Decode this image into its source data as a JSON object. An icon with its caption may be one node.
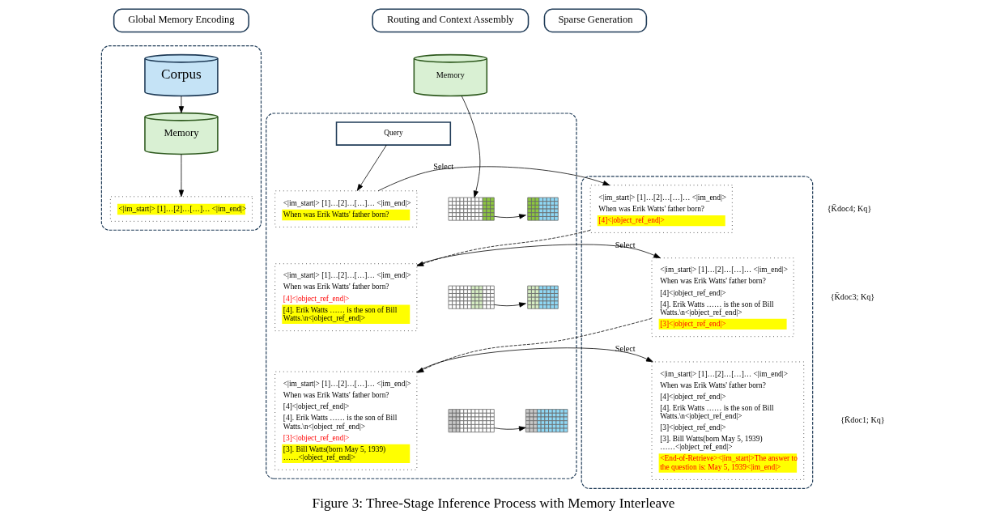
{
  "diagram": {
    "caption": "Figure 3: Three-Stage Inference Process with Memory Interleave",
    "nodes": [
      {
        "text": [
          "Global Memory Encoding"
        ]
      },
      {
        "text": [
          "Routing and Context Assembly"
        ]
      },
      {
        "text": [
          "Sparse Generation"
        ]
      },
      {
        "text": [],
        "shape": "box"
      },
      {
        "text": [
          "Corpus"
        ],
        "in": 3
      },
      {
        "text": [
          "Memory"
        ],
        "in": 3
      },
      {
        "text": [
          "<|im_start|> [1]…[2]…[…]… <|im_end|>"
        ],
        "in": 3
      },
      {
        "text": [],
        "shape": "box"
      },
      {
        "text": [
          "Query"
        ],
        "in": 7
      },
      {
        "text": [
          "Memory"
        ]
      },
      {
        "text": [
          "<|im_start|> [1]…[2]…[…]… <|im_end|>",
          "When was Erik Watts' father born?"
        ],
        "in": 7
      },
      {
        "text": [
          "<|im_start|> [1]…[2]…[…]… <|im_end|>",
          "When was Erik Watts' father born?",
          "[4]<|object_ref_end|>",
          "[4]. Erik Watts …… is the son of Bill Watts.\\n<|object_ref_end|>"
        ],
        "in": 7
      },
      {
        "text": [
          "<|im_start|> [1]…[2]…[…]… <|im_end|>",
          "When was Erik Watts' father born?",
          "[4]<|object_ref_end|>",
          "[4]. Erik Watts …… is the son of Bill Watts.\\n<|object_ref_end|>",
          "[3]<|object_ref_end|>",
          "[3]. Bill Watts(born May 5, 1939) ……<|object_ref_end|>"
        ],
        "in": 7
      },
      {
        "text": [],
        "shape": "box"
      },
      {
        "text": [
          "<|im_start|> [1]…[2]…[…]… <|im_end|>",
          "When was Erik Watts' father born?",
          "[4]<|object_ref_end|>"
        ],
        "in": 13
      },
      {
        "text": [
          "<|im_start|> [1]…[2]…[…]… <|im_end|>",
          "When was Erik Watts' father born?",
          "[4]<|object_ref_end|>",
          "[4]. Erik Watts …… is the son of Bill Watts.\\n<|object_ref_end|>",
          "[3]<|object_ref_end|>"
        ],
        "in": 13
      },
      {
        "text": [
          "<|im_start|> [1]…[2]…[…]… <|im_end|>",
          "When was Erik Watts' father born?",
          "[4]<|object_ref_end|>",
          "[4]. Erik Watts …… is the son of Bill Watts.\\n<|object_ref_end|>",
          "[3]<|object_ref_end|>",
          "[3]. Bill Watts(born May 5, 1939) ……<|object_ref_end|>",
          "<End-of-Retrieve><|im_start|>The answer to the question is: May 5, 1939<|im_end|>"
        ],
        "in": 13
      },
      {
        "text": [],
        "shape": "grid",
        "in": 7
      },
      {
        "text": [],
        "shape": "grid",
        "in": 7
      },
      {
        "text": [],
        "shape": "grid",
        "in": 7
      },
      {
        "text": [],
        "shape": "grid",
        "in": 7
      },
      {
        "text": [],
        "shape": "grid",
        "in": 7
      },
      {
        "text": [],
        "shape": "grid",
        "in": 7
      }
    ],
    "edges": [
      {
        "from": 4,
        "to": 5,
        "arrow": "to"
      },
      {
        "from": 5,
        "to": 6,
        "arrow": "to"
      },
      {
        "from": 8,
        "to": 10,
        "arrow": "to"
      },
      {
        "from": 9,
        "to": 17,
        "arrow": "to"
      },
      {
        "from": 17,
        "to": 18,
        "arrow": "to"
      },
      {
        "from": 10,
        "to": 14,
        "label": "Select",
        "arrow": "to"
      },
      {
        "from": 14,
        "to": 11,
        "arrow": "to",
        "style": "dashed"
      },
      {
        "from": 19,
        "to": 20,
        "arrow": "to"
      },
      {
        "from": 11,
        "to": 15,
        "label": "Select",
        "arrow": "to"
      },
      {
        "from": 15,
        "to": 12,
        "arrow": "to",
        "style": "dashed"
      },
      {
        "from": 21,
        "to": 22,
        "arrow": "to"
      },
      {
        "from": 12,
        "to": 16,
        "label": "Select",
        "arrow": "to"
      }
    ],
    "labels": [
      "{K̄doc4; Kq}",
      "{K̄doc3; Kq}",
      "{K̄doc1; Kq}"
    ]
  }
}
